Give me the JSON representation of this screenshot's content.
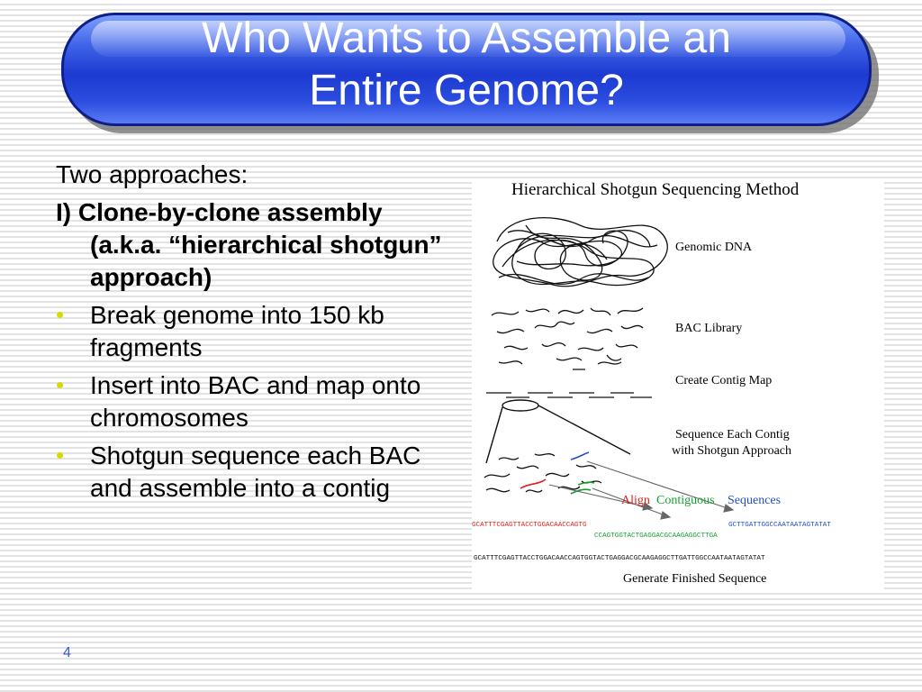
{
  "slide": {
    "title_line1": "Who Wants to Assemble an",
    "title_line2": "Entire Genome?",
    "intro": "Two approaches:",
    "heading": "I) Clone-by-clone assembly (a.k.a. “hierarchical shotgun” approach)",
    "bullets": [
      "Break genome into 150 kb fragments",
      "Insert into BAC and map onto chromosomes",
      "Shotgun sequence each BAC and assemble into a contig"
    ],
    "page_number": "4"
  },
  "figure": {
    "title": "Hierarchical Shotgun Sequencing Method",
    "labels": {
      "genomic_dna": "Genomic DNA",
      "bac_library": "BAC Library",
      "contig_map": "Create Contig Map",
      "sequence_line1": "Sequence Each Contig",
      "sequence_line2": "with Shotgun Approach",
      "align_word1": "Align",
      "align_word2": "Contiguous",
      "align_word3": "Sequences",
      "finished": "Generate Finished Sequence"
    },
    "sequences": {
      "seq_red": "GCATTTCGAGTTACCTGGACAACCAGTG",
      "seq_blue": "GCTTGATTGGCCAATAATAGTATAT",
      "seq_green": "CCAGTGGTACTGAGGACGCAAGAGGCTTGA",
      "seq_full": "GCATTTCGAGTTACCTGGACAACCAGTGGTACTGAGGACGCAAGAGGCTTGATTGGCCAATAATAGTATAT"
    },
    "colors": {
      "red": "#e0201a",
      "green": "#13a032",
      "blue": "#1f4fc8",
      "bullet": "#d7d900",
      "banner": "#2c4ee0"
    }
  }
}
